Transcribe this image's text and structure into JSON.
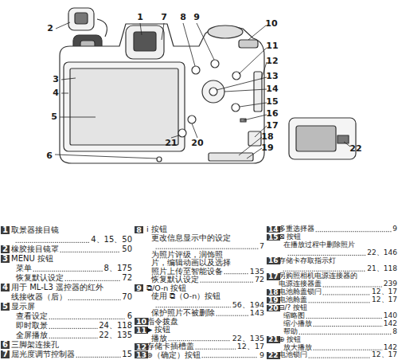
{
  "diagram": {
    "labels": [
      "1",
      "7",
      "8",
      "9",
      "10",
      "2",
      "11",
      "3",
      "12",
      "4",
      "13",
      "14",
      "5",
      "15",
      "16",
      "17",
      "18",
      "19",
      "21",
      "20",
      "6",
      "22",
      "1",
      "取景器接目镜",
      "4、15、50",
      "2",
      "橡胶接目镜罩",
      "50",
      "3",
      "MENU 按钮",
      "菜单",
      "8、175",
      "恢复默认设定",
      "72",
      "4",
      "用于 ML-L3 遥控器的红外线接收器（后）",
      "70",
      "5",
      "显示屏",
      "查看设定",
      "6",
      "即时取景",
      "24、118",
      "全屏播放",
      "22、135",
      "6",
      "三脚架连接孔",
      "7",
      "屈光度调节控制器",
      "15",
      "8",
      "i 按钮",
      "更改信息显示中的设定",
      "7",
      "为照片评级，润饰照片，编辑动画以及选择照片上传至智能设备",
      "135",
      "恢复默认设定",
      "72",
      "9",
      "⧉/O-n 按钮",
      "使用 ⧉（O-n）按钮",
      "56、194",
      "保护照片不被删除",
      "143",
      "10",
      "指令拨盘",
      "11",
      "▶ 按钮",
      "播放",
      "22、135",
      "12",
      "存储卡插槽盖",
      "12、17",
      "13",
      "⊛（确定）按钮",
      "9",
      "14",
      "多重选择器",
      "9",
      "15",
      "⊠ 按钮",
      "在播放过程中删除照片",
      "22、146",
      "16",
      "存储卡存取指示灯",
      "21、118",
      "17",
      "另购照相机电源连接器的电源连接器盖",
      "239",
      "18",
      "电池舱盖锁闩",
      "12、17",
      "19",
      "电池舱盖",
      "12、17",
      "20",
      "⊟/? 按钮",
      "缩略图",
      "140",
      "缩小播放",
      "142",
      "帮助",
      "8",
      "21",
      "⊕ 按钮",
      "放大播放",
      "142",
      "22",
      "电池锁闩",
      "12、17"
    ]
  }
}
